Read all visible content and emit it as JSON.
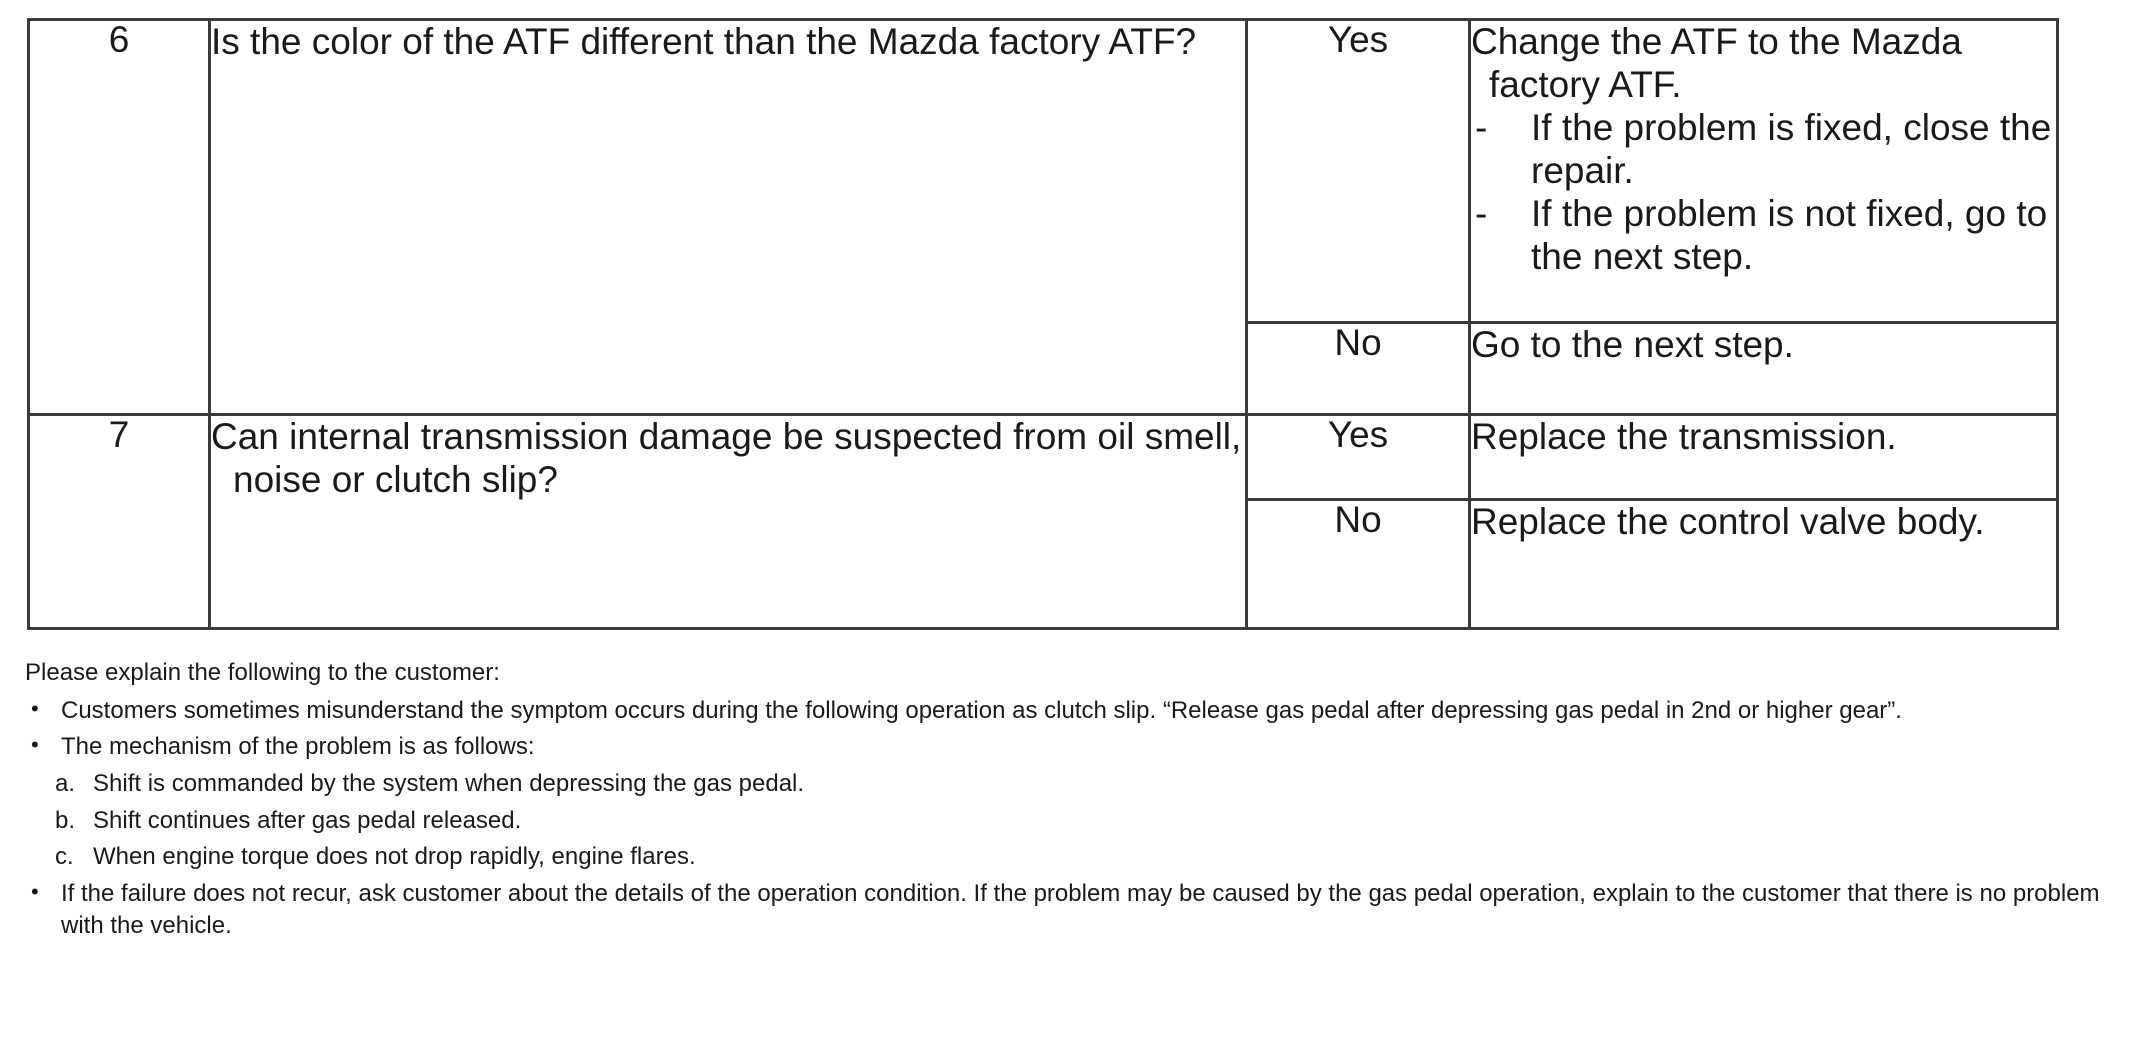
{
  "table": {
    "rows": [
      {
        "number": "6",
        "question": "Is the color of the ATF different than the Mazda factory ATF?",
        "branches": [
          {
            "answer": "Yes",
            "action_lead": "Change the ATF to the Mazda factory ATF.",
            "action_items": [
              {
                "marker": "-",
                "text": "If the problem is fixed, close the repair."
              },
              {
                "marker": "-",
                "text": "If the problem is not fixed, go to the next step."
              }
            ]
          },
          {
            "answer": "No",
            "action_lead": "Go to the next step.",
            "action_items": []
          }
        ]
      },
      {
        "number": "7",
        "question": "Can internal transmission damage be suspected from oil smell, noise or clutch slip?",
        "branches": [
          {
            "answer": "Yes",
            "action_lead": "Replace the transmission.",
            "action_items": []
          },
          {
            "answer": "No",
            "action_lead": "Replace the control valve body.",
            "action_items": []
          }
        ]
      }
    ]
  },
  "notes": {
    "intro": "Please explain the following to the customer:",
    "bullet_glyph": "•",
    "items": [
      {
        "text": "Customers sometimes misunderstand the symptom occurs during the following operation as clutch slip. “Release gas pedal after depressing gas pedal in 2nd or higher gear”."
      },
      {
        "text": "The mechanism of the problem is as follows:",
        "sub_items": [
          {
            "marker": "a.",
            "text": "Shift is commanded by the system when depressing the gas pedal."
          },
          {
            "marker": "b.",
            "text": "Shift continues after gas pedal released."
          },
          {
            "marker": "c.",
            "text": "When engine torque does not drop rapidly, engine flares."
          }
        ]
      },
      {
        "text": "If the failure does not recur, ask customer about the details of the operation condition. If the problem may be caused by the gas pedal operation, explain to the customer that there is no problem with the vehicle."
      }
    ]
  },
  "colors": {
    "border": "#3a3a3a",
    "text": "#1a1a1a",
    "background": "#ffffff"
  }
}
